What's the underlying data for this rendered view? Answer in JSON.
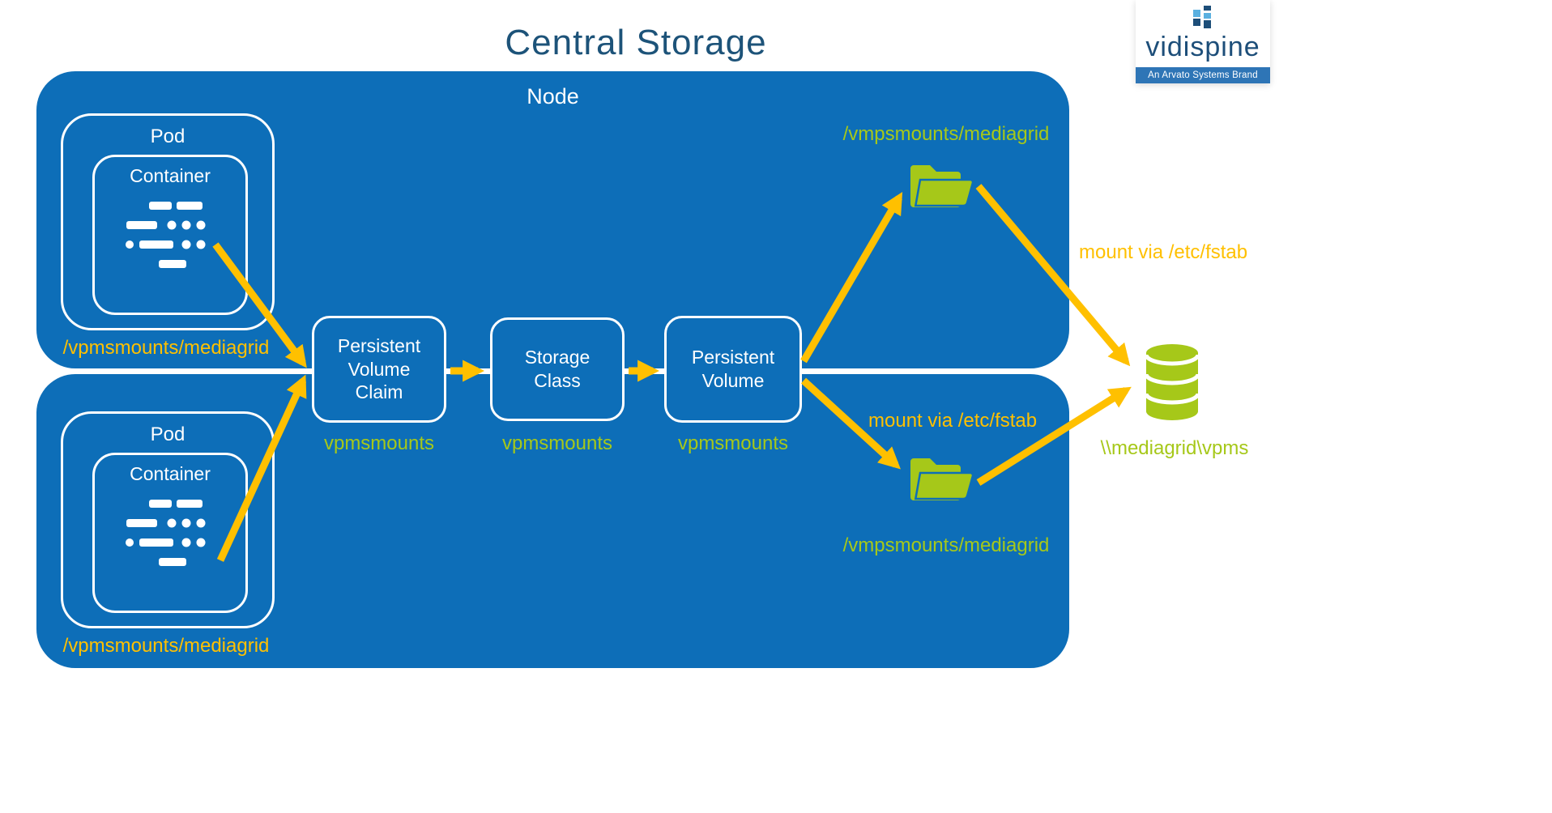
{
  "title": "Central Storage",
  "logo": {
    "brand": "vidispine",
    "tagline": "An Arvato Systems Brand"
  },
  "node_label": "Node",
  "pods": {
    "top": {
      "pod": "Pod",
      "container": "Container",
      "path": "/vpmsmounts/mediagrid"
    },
    "bottom": {
      "pod": "Pod",
      "container": "Container",
      "path": "/vpmsmounts/mediagrid"
    }
  },
  "pipeline": {
    "pvc": {
      "label": "Persistent Volume Claim",
      "sub": "vpmsmounts"
    },
    "sc": {
      "label": "Storage Class",
      "sub": "vpmsmounts"
    },
    "pv": {
      "label": "Persistent Volume",
      "sub": "vpmsmounts"
    }
  },
  "mounts": {
    "top": {
      "path": "/vmpsmounts/mediagrid",
      "note": "mount via /etc/fstab"
    },
    "bottom": {
      "path": "/vmpsmounts/mediagrid",
      "note": "mount via /etc/fstab"
    },
    "target": "\\\\mediagrid\\vpms"
  },
  "colors": {
    "node_blue": "#0d6eb8",
    "arrow_yellow": "#ffc000",
    "lime_green": "#a6c819",
    "title_blue": "#1d5379",
    "logo_blue": "#1d4e79",
    "banner_blue": "#2e75b6"
  }
}
